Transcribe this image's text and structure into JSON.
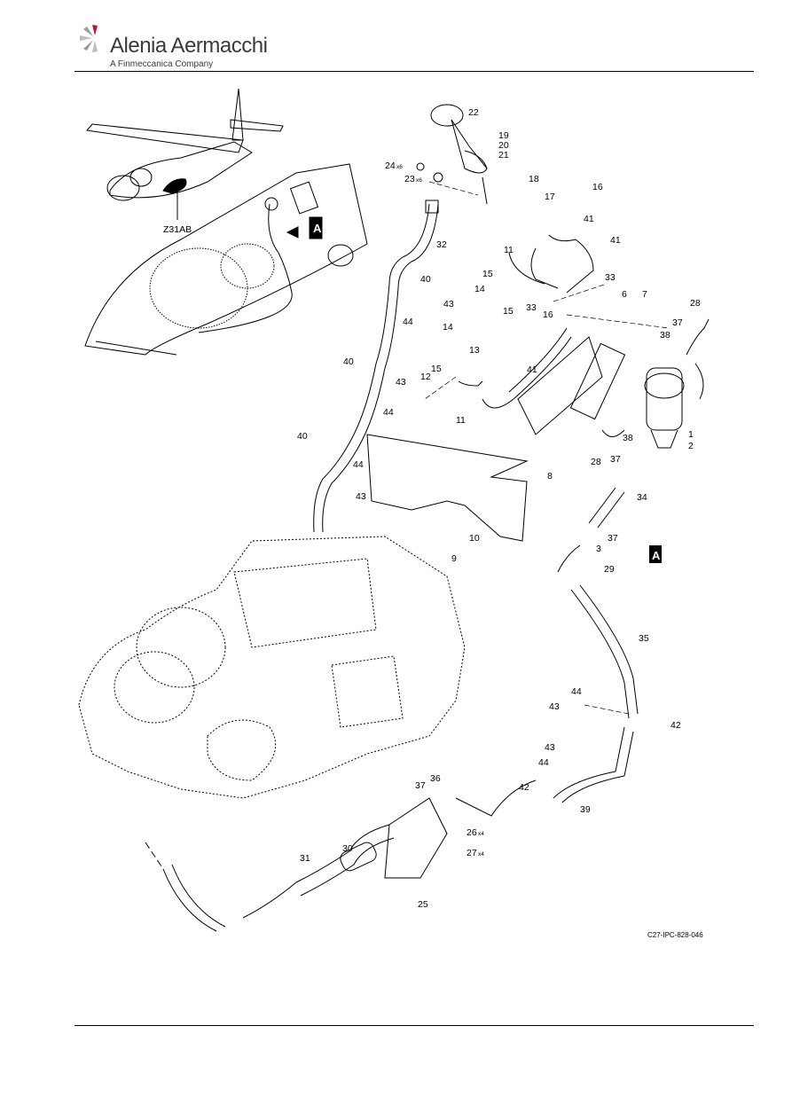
{
  "header": {
    "brand": "Alenia Aermacchi",
    "subtitle": "A Finmeccanica Company",
    "logo_icon": "alenia-aermacchi-logo-icon"
  },
  "figure": {
    "zone_label": "Z31AB",
    "view_marker": "A",
    "figure_ref": "C27-IPC-828-046",
    "callouts": [
      {
        "id": "c22",
        "text": "22"
      },
      {
        "id": "c19",
        "text": "19"
      },
      {
        "id": "c20",
        "text": "20"
      },
      {
        "id": "c21",
        "text": "21"
      },
      {
        "id": "c24",
        "text": "24",
        "qty": "x6"
      },
      {
        "id": "c23",
        "text": "23",
        "qty": "x6"
      },
      {
        "id": "c18",
        "text": "18"
      },
      {
        "id": "c17",
        "text": "17"
      },
      {
        "id": "c16a",
        "text": "16"
      },
      {
        "id": "c41a",
        "text": "41"
      },
      {
        "id": "c41b",
        "text": "41"
      },
      {
        "id": "c32",
        "text": "32"
      },
      {
        "id": "c11a",
        "text": "11"
      },
      {
        "id": "c15a",
        "text": "15"
      },
      {
        "id": "c14a",
        "text": "14"
      },
      {
        "id": "c33a",
        "text": "33"
      },
      {
        "id": "c40a",
        "text": "40"
      },
      {
        "id": "c43a",
        "text": "43"
      },
      {
        "id": "c44a",
        "text": "44"
      },
      {
        "id": "c6",
        "text": "6"
      },
      {
        "id": "c7",
        "text": "7"
      },
      {
        "id": "c28a",
        "text": "28"
      },
      {
        "id": "c33b",
        "text": "33"
      },
      {
        "id": "c15b",
        "text": "15"
      },
      {
        "id": "c14b",
        "text": "14"
      },
      {
        "id": "c16b",
        "text": "16"
      },
      {
        "id": "c37a",
        "text": "37"
      },
      {
        "id": "c38a",
        "text": "38"
      },
      {
        "id": "c13",
        "text": "13"
      },
      {
        "id": "c15c",
        "text": "15"
      },
      {
        "id": "c41c",
        "text": "41"
      },
      {
        "id": "c40b",
        "text": "40"
      },
      {
        "id": "c12",
        "text": "12"
      },
      {
        "id": "c43b",
        "text": "43"
      },
      {
        "id": "c44b",
        "text": "44"
      },
      {
        "id": "c11b",
        "text": "11"
      },
      {
        "id": "c38b",
        "text": "38"
      },
      {
        "id": "c1",
        "text": "1"
      },
      {
        "id": "c2",
        "text": "2"
      },
      {
        "id": "c40c",
        "text": "40"
      },
      {
        "id": "c44c",
        "text": "44"
      },
      {
        "id": "c43c",
        "text": "43"
      },
      {
        "id": "c37b",
        "text": "37"
      },
      {
        "id": "c28b",
        "text": "28"
      },
      {
        "id": "c8",
        "text": "8"
      },
      {
        "id": "c34",
        "text": "34"
      },
      {
        "id": "c10",
        "text": "10"
      },
      {
        "id": "c9",
        "text": "9"
      },
      {
        "id": "c37c",
        "text": "37"
      },
      {
        "id": "c3",
        "text": "3"
      },
      {
        "id": "c29",
        "text": "29"
      },
      {
        "id": "c35",
        "text": "35"
      },
      {
        "id": "c44d",
        "text": "44"
      },
      {
        "id": "c43d",
        "text": "43"
      },
      {
        "id": "c42a",
        "text": "42"
      },
      {
        "id": "c43e",
        "text": "43"
      },
      {
        "id": "c44e",
        "text": "44"
      },
      {
        "id": "c37d",
        "text": "37"
      },
      {
        "id": "c36",
        "text": "36"
      },
      {
        "id": "c42b",
        "text": "42"
      },
      {
        "id": "c39",
        "text": "39"
      },
      {
        "id": "c30",
        "text": "30"
      },
      {
        "id": "c26",
        "text": "26",
        "qty": "x4"
      },
      {
        "id": "c27",
        "text": "27",
        "qty": "x4"
      },
      {
        "id": "c31",
        "text": "31"
      },
      {
        "id": "c25",
        "text": "25"
      }
    ]
  }
}
